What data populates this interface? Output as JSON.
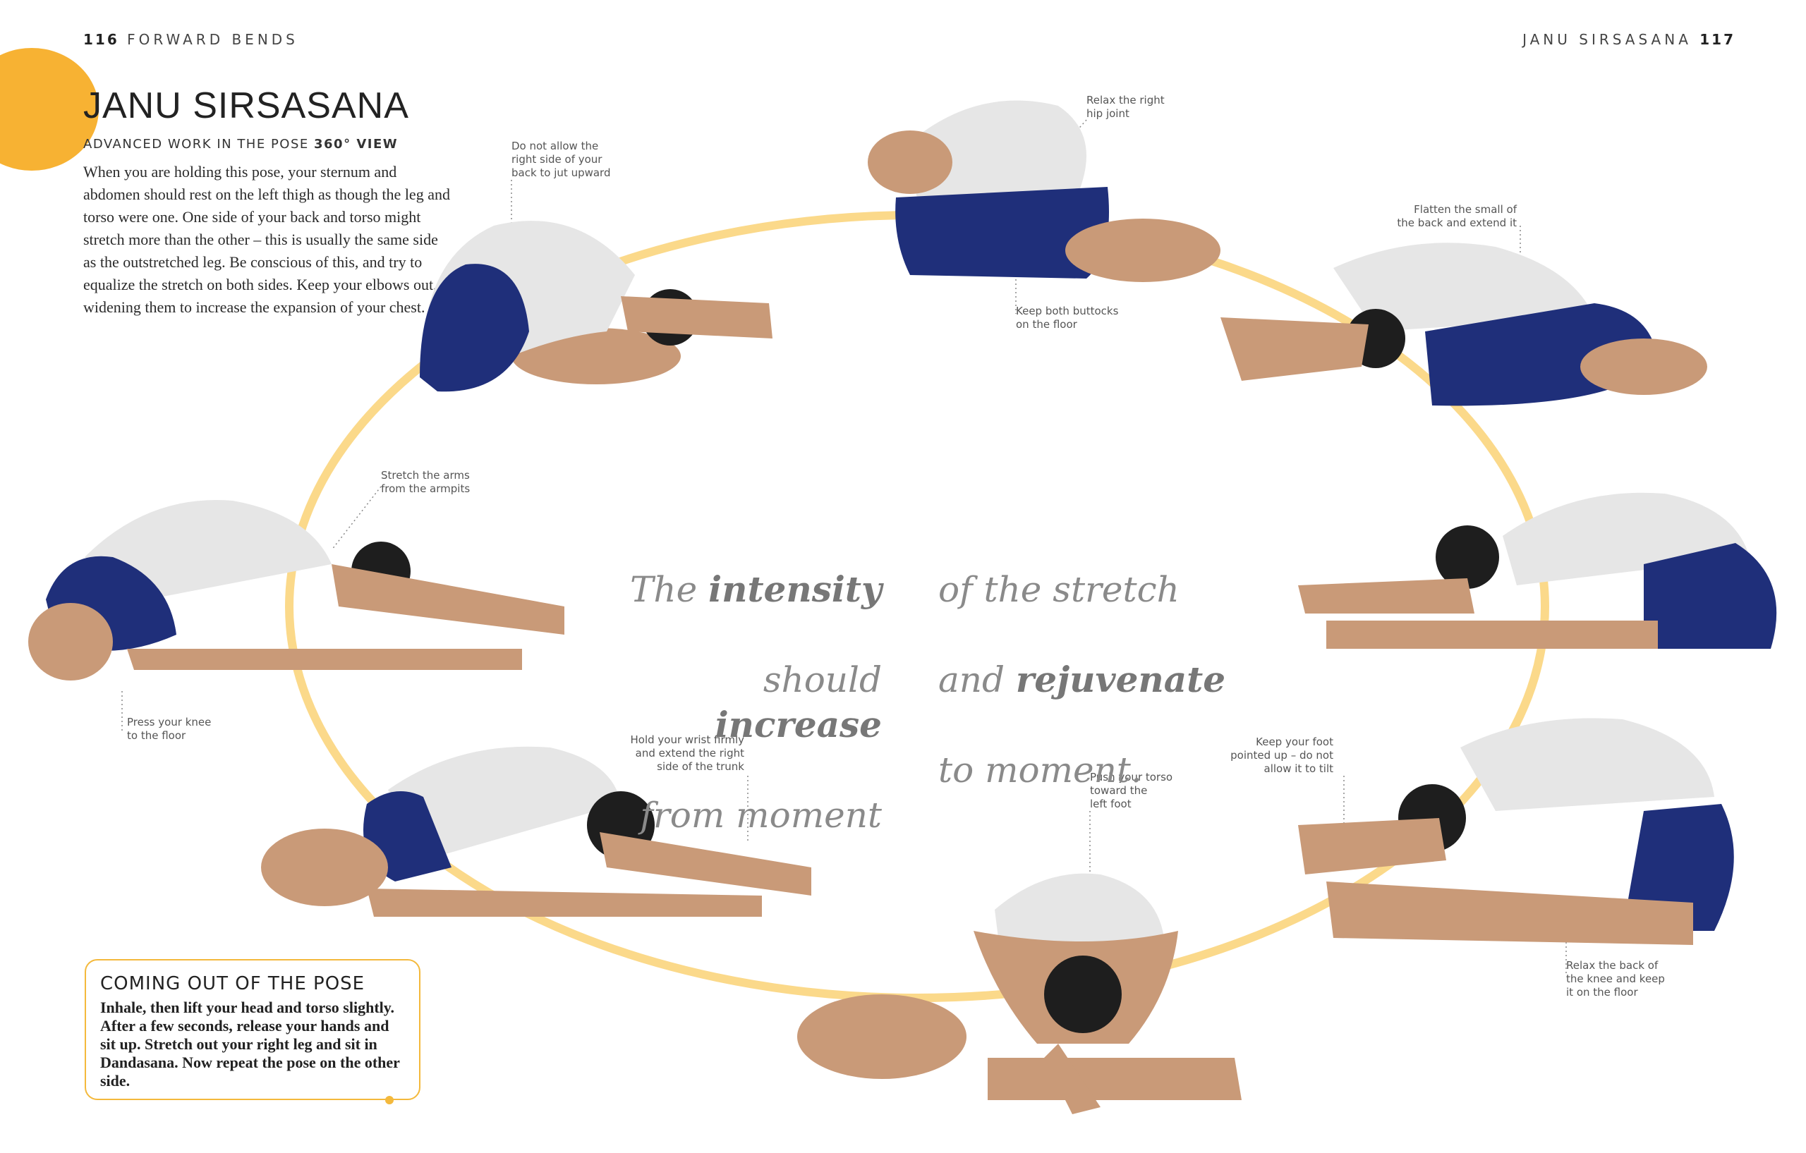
{
  "header": {
    "left_page_num": "116",
    "left_section": "FORWARD BENDS",
    "right_section": "JANU SIRSASANA",
    "right_page_num": "117"
  },
  "title": "JANU SIRSASANA",
  "subtitle": {
    "main": "ADVANCED WORK IN THE POSE",
    "view": "360° VIEW"
  },
  "intro": "When you are holding this pose, your sternum and abdomen should rest on the left thigh as though the leg and torso were one. One side of your back and torso might stretch more than the other – this is usually the same side as the outstretched leg. Be conscious of this, and try to equalize the stretch on both sides. Keep your elbows out, widening them to increase the expansion of your chest.",
  "quote": {
    "left_l1_a": "The ",
    "left_l1_b": "intensity",
    "left_l2_a": "should ",
    "left_l2_b": "increase",
    "left_l3": "from moment",
    "right_l1": "of the stretch",
    "right_l2_a": "and ",
    "right_l2_b": "rejuvenate",
    "right_l3": "to moment."
  },
  "notes": {
    "n1": "Do not allow the\nright side of your\nback to jut upward",
    "n2": "Relax the right\nhip joint",
    "n3": "Keep both buttocks\non the floor",
    "n4": "Flatten the small of\nthe back and extend it",
    "n5": "Stretch the arms\nfrom the armpits",
    "n6": "Press your knee\nto the floor",
    "n7": "Hold your wrist firmly\nand extend the right\nside of the trunk",
    "n8": "Push your torso\ntoward the\nleft foot",
    "n9": "Keep your foot\npointed up – do not\nallow it to tilt",
    "n10": "Relax the back of\nthe knee and keep\nit on the floor"
  },
  "box": {
    "title": "COMING OUT OF THE POSE",
    "text": "Inhale, then lift your head and torso slightly. After a few seconds, release your hands and sit up. Stretch out your right leg and sit in Dandasana. Now repeat the pose on the other side."
  },
  "colors": {
    "accent": "#f7b233",
    "ring": "#fbd98a",
    "shirt": "#e6e6e6",
    "shorts": "#1f2f7a",
    "skin": "#c99a78",
    "hair": "#1e1e1e"
  }
}
